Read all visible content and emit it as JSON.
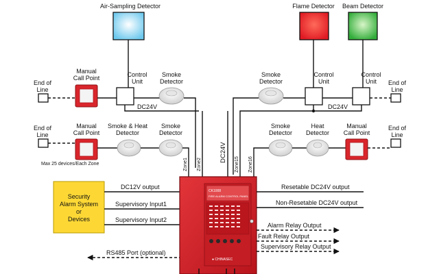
{
  "labels": {
    "air_sampling": "Air-Sampling Detector",
    "flame": "Flame Detector",
    "beam": "Beam Detector",
    "end_of_line": [
      "End of",
      "Line"
    ],
    "manual_call_point": [
      "Manual",
      "Call Point"
    ],
    "control_unit": [
      "Control",
      "Unit"
    ],
    "smoke_detector": [
      "Smoke",
      "Detector"
    ],
    "smoke_heat_detector": [
      "Smoke & Heat",
      "Detector"
    ],
    "heat_detector": [
      "Heat",
      "Detector"
    ],
    "dc24v": "DC24V",
    "max_devices": "Max 25 devices/Each Zone",
    "zone1": "Zone1",
    "zone2": "Zone2",
    "zone15": "Zone15",
    "zone16": "Zone16",
    "security": [
      "Security",
      "Alarm System",
      "or",
      "Devices"
    ],
    "dc12v_output": "DC12V output",
    "supervisory_input1": "Supervisory Input1",
    "supervisory_input2": "Supervisory Input2",
    "rs485": "RS485 Port (optional)",
    "resetable": "Resetable DC24V output",
    "non_resetable": "Non-Resetable DC24V output",
    "alarm_relay": "Alarm Relay Output",
    "fault_relay": "Fault Relay Output",
    "supervisory_relay": "Supervisory Relay Output",
    "panel_title": [
      "CK1008",
      "FIRE ALARM CONTROL PANEL"
    ],
    "panel_brand": "● CHINASEC"
  },
  "colors": {
    "air_sampling": "#7fd3f0",
    "flame": "#e8262a",
    "beam": "#3eb43e",
    "panel": "#d7262c",
    "security_box": "#fdd835"
  }
}
